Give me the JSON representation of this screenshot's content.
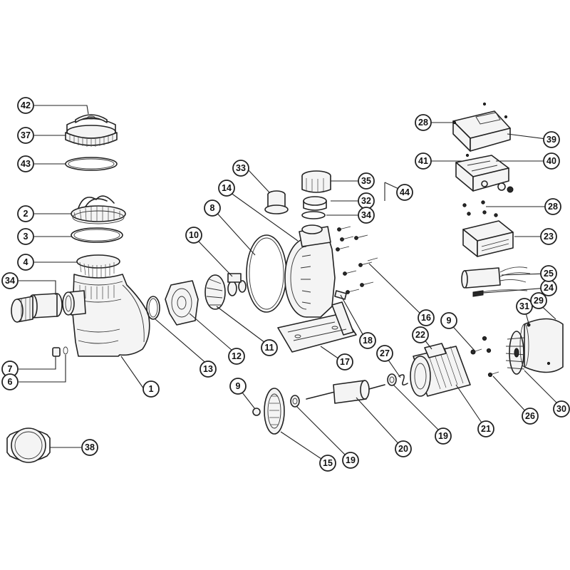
{
  "callouts": [
    {
      "id": "1",
      "label": "1"
    },
    {
      "id": "2",
      "label": "2"
    },
    {
      "id": "3",
      "label": "3"
    },
    {
      "id": "4",
      "label": "4"
    },
    {
      "id": "6",
      "label": "6"
    },
    {
      "id": "7",
      "label": "7"
    },
    {
      "id": "8",
      "label": "8"
    },
    {
      "id": "9a",
      "label": "9"
    },
    {
      "id": "9b",
      "label": "9"
    },
    {
      "id": "10",
      "label": "10"
    },
    {
      "id": "11",
      "label": "11"
    },
    {
      "id": "12",
      "label": "12"
    },
    {
      "id": "13",
      "label": "13"
    },
    {
      "id": "14",
      "label": "14"
    },
    {
      "id": "15",
      "label": "15"
    },
    {
      "id": "16",
      "label": "16"
    },
    {
      "id": "17",
      "label": "17"
    },
    {
      "id": "18",
      "label": "18"
    },
    {
      "id": "19a",
      "label": "19"
    },
    {
      "id": "19b",
      "label": "19"
    },
    {
      "id": "20",
      "label": "20"
    },
    {
      "id": "21",
      "label": "21"
    },
    {
      "id": "22",
      "label": "22"
    },
    {
      "id": "23",
      "label": "23"
    },
    {
      "id": "24",
      "label": "24"
    },
    {
      "id": "25",
      "label": "25"
    },
    {
      "id": "26",
      "label": "26"
    },
    {
      "id": "27",
      "label": "27"
    },
    {
      "id": "28a",
      "label": "28"
    },
    {
      "id": "28b",
      "label": "28"
    },
    {
      "id": "29",
      "label": "29"
    },
    {
      "id": "30",
      "label": "30"
    },
    {
      "id": "31",
      "label": "31"
    },
    {
      "id": "32",
      "label": "32"
    },
    {
      "id": "33",
      "label": "33"
    },
    {
      "id": "34a",
      "label": "34"
    },
    {
      "id": "34b",
      "label": "34"
    },
    {
      "id": "35",
      "label": "35"
    },
    {
      "id": "37",
      "label": "37"
    },
    {
      "id": "38",
      "label": "38"
    },
    {
      "id": "39",
      "label": "39"
    },
    {
      "id": "40",
      "label": "40"
    },
    {
      "id": "41",
      "label": "41"
    },
    {
      "id": "42",
      "label": "42"
    },
    {
      "id": "43",
      "label": "43"
    },
    {
      "id": "44",
      "label": "44"
    }
  ]
}
